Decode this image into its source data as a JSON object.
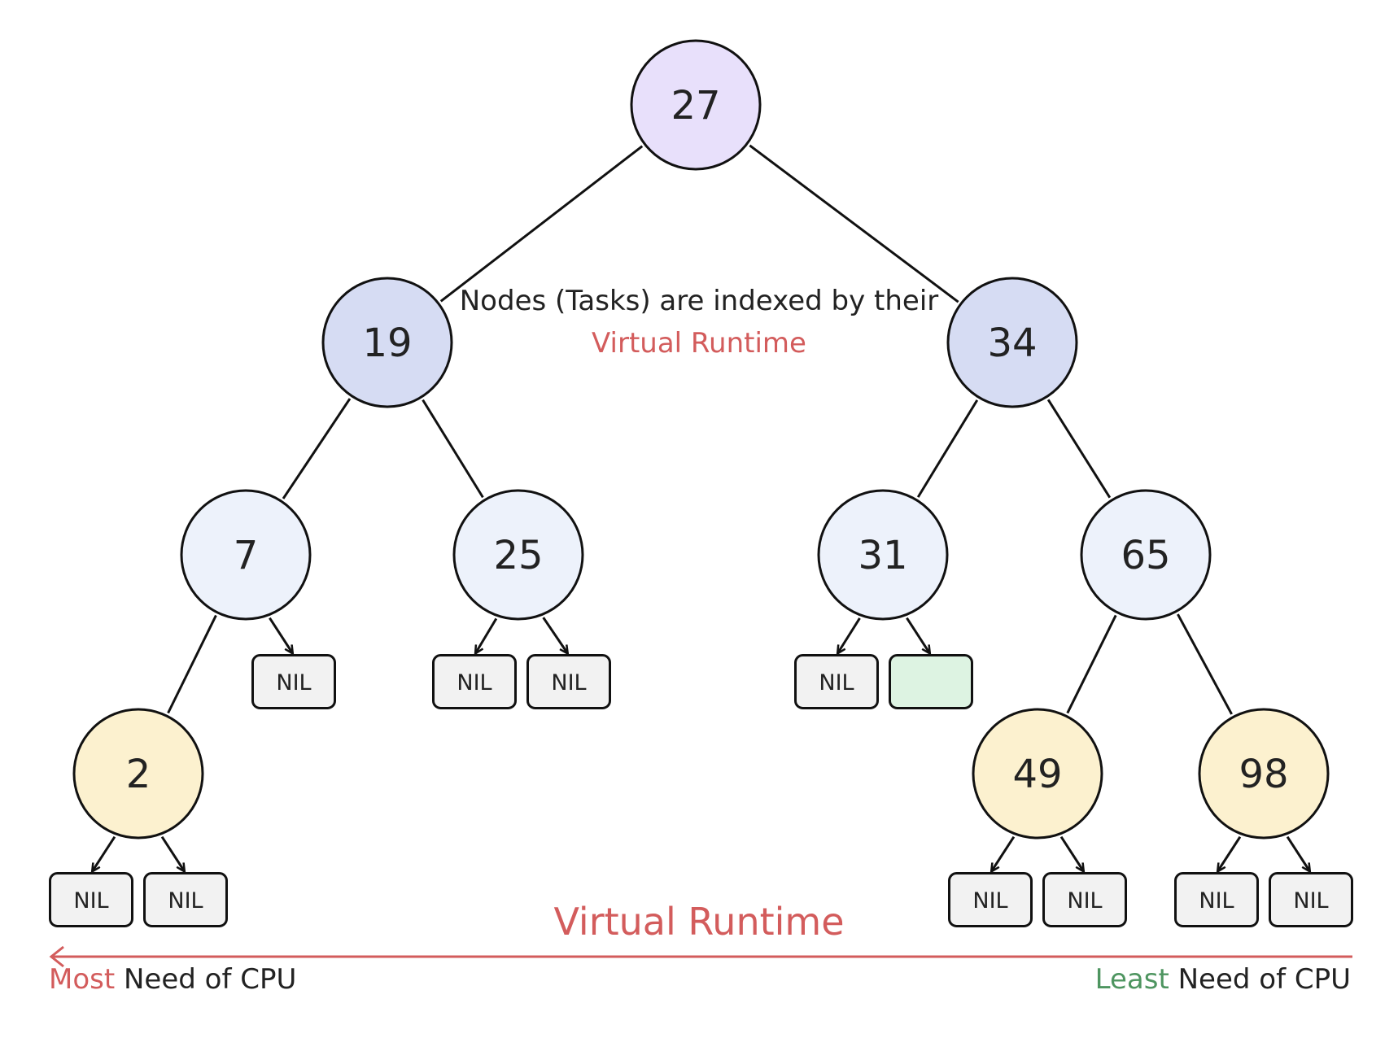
{
  "caption": {
    "line1": "Nodes (Tasks) are indexed by their",
    "line2": "Virtual Runtime"
  },
  "axis": {
    "title": "Virtual Runtime",
    "left_accent": "Most",
    "left_rest": "Need of CPU",
    "right_accent": "Least",
    "right_rest": "Need of CPU"
  },
  "colors": {
    "root": "#e8e0fb",
    "level1": "#d6dcf3",
    "level2": "#edf2fb",
    "leaf": "#fcf1cf",
    "nil": "#f2f2f2",
    "highlight_nil": "#ddf3e2",
    "red_accent": "#d35c5c",
    "green_accent": "#4e9560",
    "stroke": "#111111"
  },
  "tree": {
    "value": "27",
    "level": "root",
    "left": {
      "value": "19",
      "level": "level1",
      "left": {
        "value": "7",
        "level": "level2",
        "left": {
          "value": "2",
          "level": "leaf",
          "left": {
            "nil": "NIL"
          },
          "right": {
            "nil": "NIL"
          }
        },
        "right": {
          "nil": "NIL"
        }
      },
      "right": {
        "value": "25",
        "level": "level2",
        "left": {
          "nil": "NIL"
        },
        "right": {
          "nil": "NIL"
        }
      }
    },
    "right": {
      "value": "34",
      "level": "level1",
      "left": {
        "value": "31",
        "level": "level2",
        "left": {
          "nil": "NIL"
        },
        "right": {
          "nil": "",
          "highlight": true
        }
      },
      "right": {
        "value": "65",
        "level": "level2",
        "left": {
          "value": "49",
          "level": "leaf",
          "left": {
            "nil": "NIL"
          },
          "right": {
            "nil": "NIL"
          }
        },
        "right": {
          "value": "98",
          "level": "leaf",
          "left": {
            "nil": "NIL"
          },
          "right": {
            "nil": "NIL"
          }
        }
      }
    }
  }
}
